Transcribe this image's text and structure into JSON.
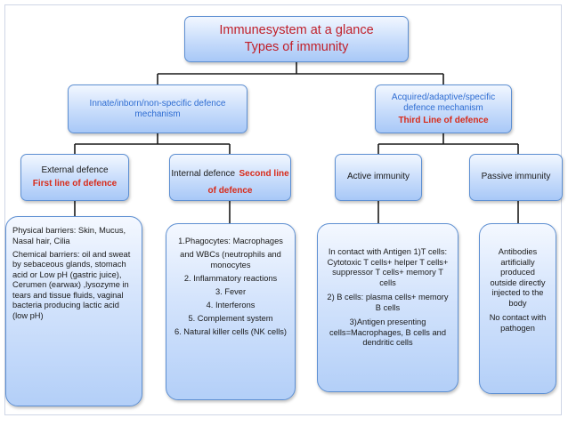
{
  "title": {
    "line1": "Immunesystem at a glance",
    "line2": "Types of immunity"
  },
  "innate": {
    "label": "Innate/inborn/non-specific defence mechanism"
  },
  "acquired": {
    "label": "Acquired/adaptive/specific defence mechanism",
    "line": "Third Line of defence"
  },
  "external": {
    "label": "External defence",
    "line": "First line of defence"
  },
  "internal": {
    "label": "Internal defence",
    "line": "Second line of defence"
  },
  "active": {
    "label": "Active immunity"
  },
  "passive": {
    "label": "Passive immunity"
  },
  "external_detail": [
    "Physical  barriers: Skin, Mucus, Nasal hair, Cilia",
    "Chemical barriers: oil and sweat by sebaceous glands, stomach acid or Low pH (gastric juice), Cerumen (earwax) ,lysozyme in tears and tissue fluids, vaginal bacteria producing lactic acid (low pH)"
  ],
  "internal_detail": [
    "1.Phagocytes: Macrophages",
    "and WBCs (neutrophils and monocytes",
    "2. Inflammatory reactions",
    "3. Fever",
    "4. Interferons",
    "5. Complement system",
    "6. Natural killer cells (NK cells)"
  ],
  "active_detail": [
    "In contact with Antigen 1)T cells: Cytotoxic T cells+ helper T cells+ suppressor T cells+ memory T cells",
    "2) B cells: plasma cells+ memory B cells",
    "3)Antigen presenting cells=Macrophages, B cells and dendritic cells"
  ],
  "passive_detail": [
    "Antibodies artificially produced outside directly injected to the body",
    "No contact with pathogen"
  ],
  "colors": {
    "title_red": "#c0202a",
    "blue_text": "#2f6dd2",
    "accent_red": "#d82b1a",
    "box_border": "#5d8fd2",
    "connector": "#1a1a1a"
  }
}
